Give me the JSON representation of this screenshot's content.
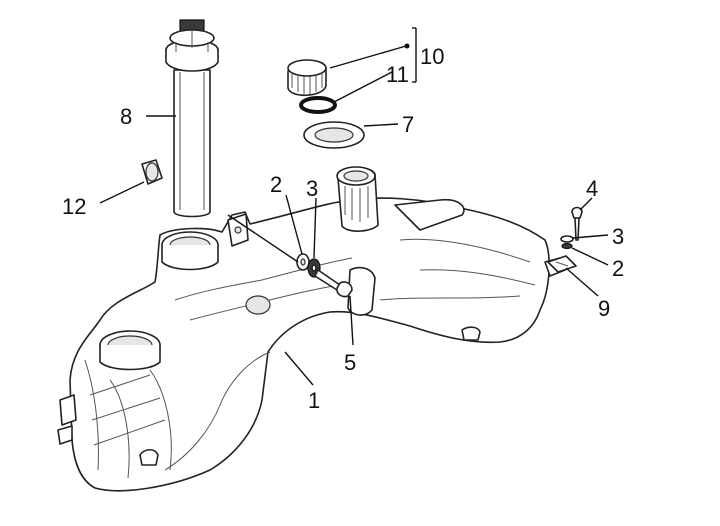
{
  "diagram": {
    "callouts": [
      {
        "id": "c10",
        "label": "10"
      },
      {
        "id": "c11",
        "label": "11"
      },
      {
        "id": "c7",
        "label": "7"
      },
      {
        "id": "c8",
        "label": "8"
      },
      {
        "id": "c12",
        "label": "12"
      },
      {
        "id": "c2a",
        "label": "2"
      },
      {
        "id": "c3a",
        "label": "3"
      },
      {
        "id": "c4",
        "label": "4"
      },
      {
        "id": "c3b",
        "label": "3"
      },
      {
        "id": "c2b",
        "label": "2"
      },
      {
        "id": "c9",
        "label": "9"
      },
      {
        "id": "c5",
        "label": "5"
      },
      {
        "id": "c1",
        "label": "1"
      }
    ],
    "colors": {
      "line": "#222222",
      "fill": "#ffffff",
      "shade": "#e6e6e6"
    }
  }
}
